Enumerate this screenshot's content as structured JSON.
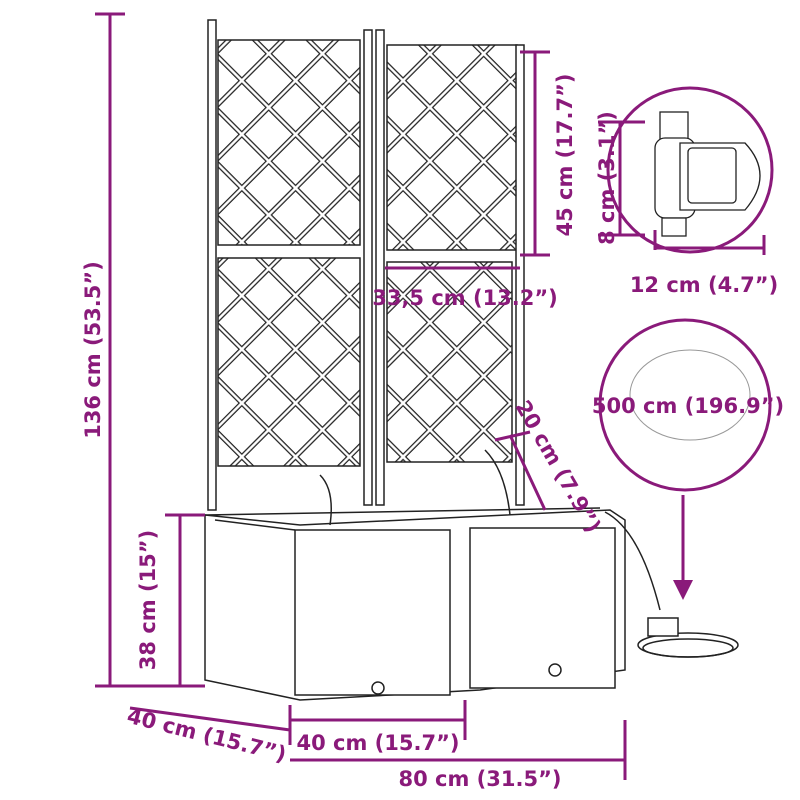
{
  "colors": {
    "accent": "#8a1a7a",
    "line": "#222222",
    "background": "#ffffff"
  },
  "dimensions": {
    "total_height": "136 cm (53.5”)",
    "trellis_panel_height": "45 cm (17.7”)",
    "trellis_panel_width": "33,5 cm (13.2”)",
    "timer_height": "8 cm (3.1”)",
    "timer_width": "12 cm (4.7”)",
    "hose_length": "500 cm (196.9”)",
    "dripper_length": "20 cm (7.9”)",
    "planter_height": "38 cm (15”)",
    "planter_depth": "40 cm (15.7”)",
    "compartment_width": "40 cm (15.7”)",
    "total_width": "80 cm (31.5”)"
  },
  "icons": {
    "timer": "water-timer-icon",
    "hose": "coiled-hose-icon",
    "arrow": "arrow-down-icon"
  }
}
